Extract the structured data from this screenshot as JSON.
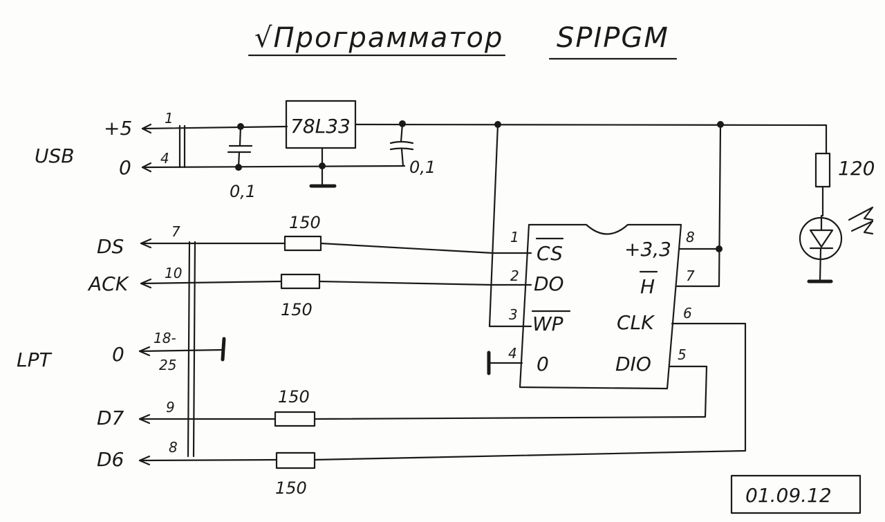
{
  "title": {
    "prefix": "√Программатор",
    "name": "SPIPGM"
  },
  "date": "01.09.12",
  "usb": {
    "label": "USB",
    "plus5": "+5",
    "pin_plus5": "1",
    "ground": "0",
    "pin_ground": "4"
  },
  "regulator": {
    "label": "78L33"
  },
  "capacitors": {
    "c1": "0,1",
    "c2": "0,1"
  },
  "led_resistor": "120",
  "lpt": {
    "label": "LPT",
    "ds": "DS",
    "ds_pin": "7",
    "ack": "ACK",
    "ack_pin": "10",
    "gnd": "0",
    "gnd_pin_a": "18-",
    "gnd_pin_b": "25",
    "d7": "D7",
    "d7_pin": "9",
    "d6": "D6",
    "d6_pin": "8"
  },
  "resistors": {
    "r1": "150",
    "r2": "150",
    "r3": "150",
    "r4": "150"
  },
  "chip": {
    "pins": {
      "p1": "1",
      "p2": "2",
      "p3": "3",
      "p4": "4",
      "p5": "5",
      "p6": "6",
      "p7": "7",
      "p8": "8"
    },
    "labels": {
      "cs": "CS",
      "do": "DO",
      "wp": "WP",
      "gnd": "0",
      "vcc": "+3,3",
      "h": "H",
      "clk": "CLK",
      "dio": "DIO"
    }
  }
}
